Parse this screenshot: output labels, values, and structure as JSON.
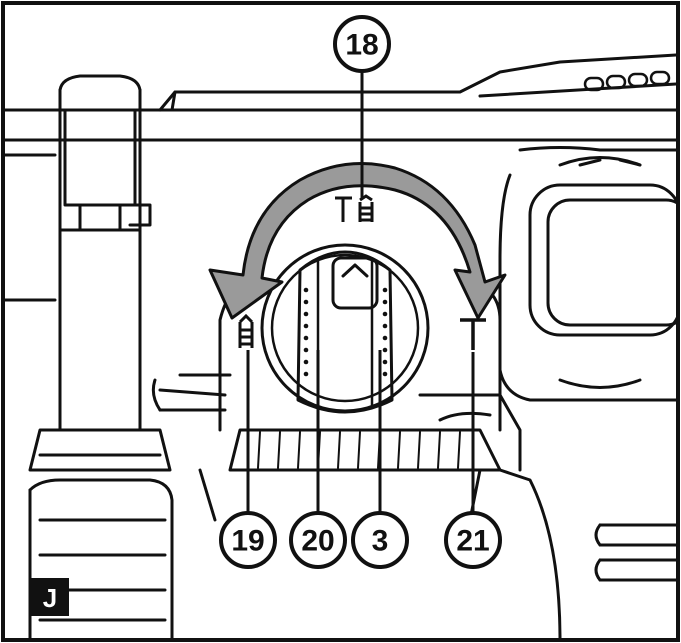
{
  "figure": {
    "label": "J",
    "callouts": [
      {
        "id": "18",
        "label": "18"
      },
      {
        "id": "19",
        "label": "19"
      },
      {
        "id": "20",
        "label": "20"
      },
      {
        "id": "3",
        "label": "3"
      },
      {
        "id": "21",
        "label": "21"
      }
    ]
  },
  "colors": {
    "line": "#111111",
    "arrow_fill": "#9a9a9a",
    "background": "#ffffff"
  }
}
